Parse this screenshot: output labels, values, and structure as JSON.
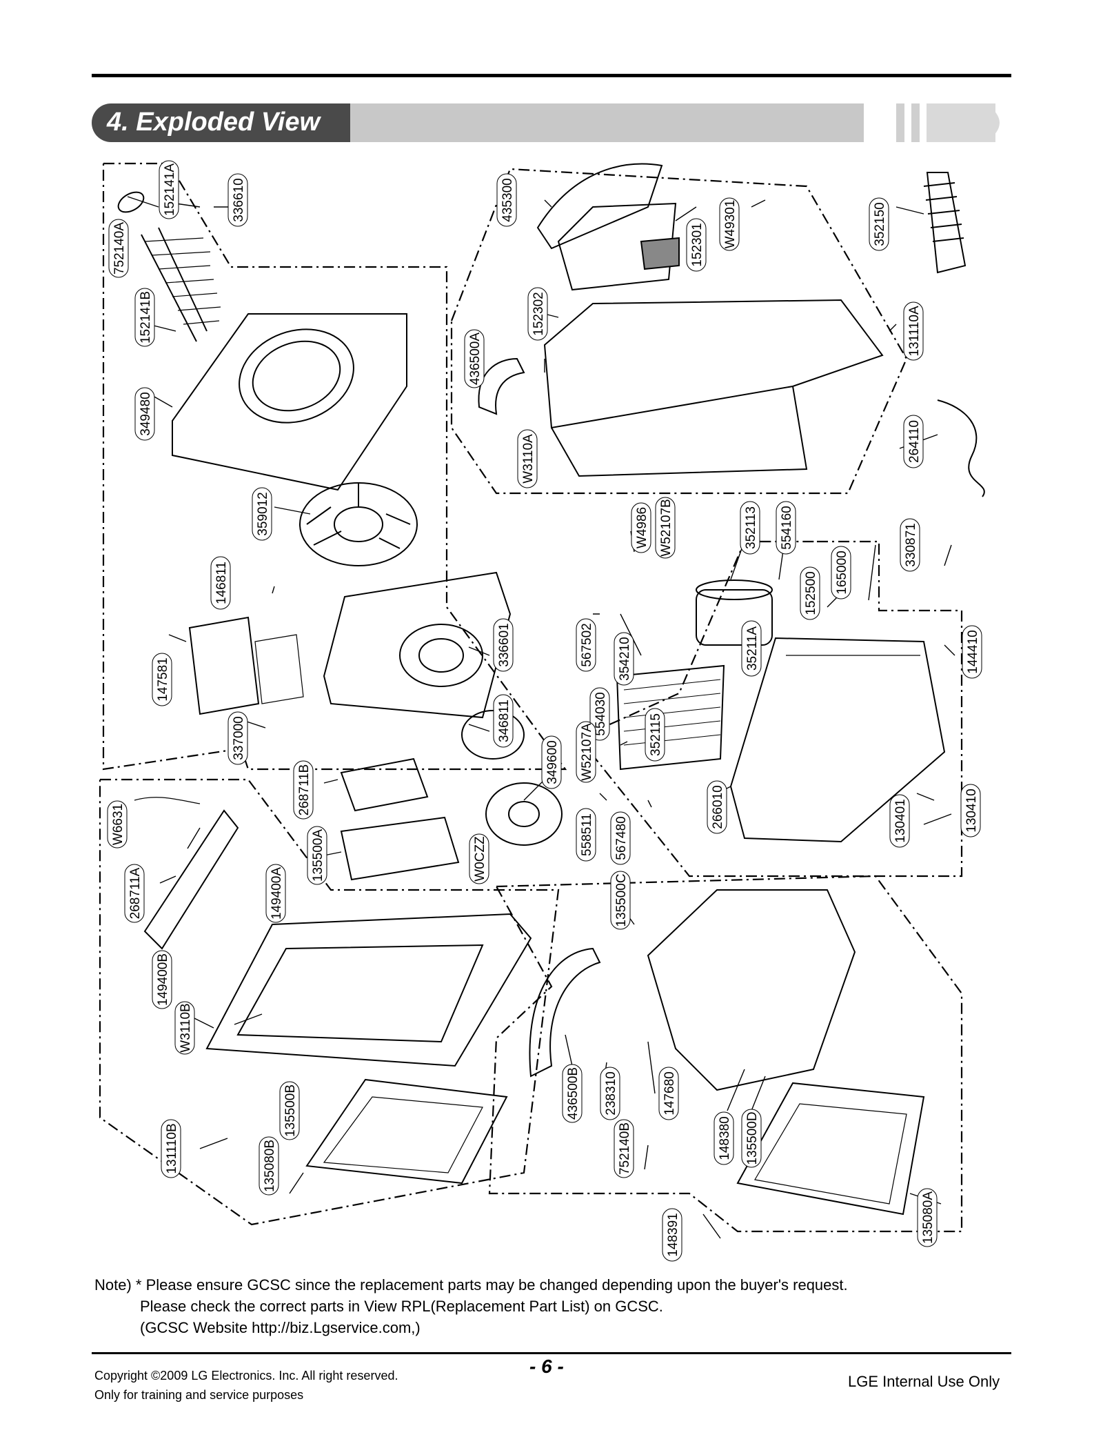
{
  "header": {
    "section_title": "4. Exploded View"
  },
  "parts": [
    {
      "label": "752140A"
    },
    {
      "label": "152141A"
    },
    {
      "label": "336610"
    },
    {
      "label": "152141B"
    },
    {
      "label": "349480"
    },
    {
      "label": "359012"
    },
    {
      "label": "146811"
    },
    {
      "label": "147581"
    },
    {
      "label": "337000"
    },
    {
      "label": "336601"
    },
    {
      "label": "346811"
    },
    {
      "label": "349600"
    },
    {
      "label": "268711B"
    },
    {
      "label": "135500A"
    },
    {
      "label": "W0CZZ"
    },
    {
      "label": "W6631"
    },
    {
      "label": "268711A"
    },
    {
      "label": "149400A"
    },
    {
      "label": "149400B"
    },
    {
      "label": "W3110B"
    },
    {
      "label": "131110B"
    },
    {
      "label": "135500B"
    },
    {
      "label": "135080B"
    },
    {
      "label": "435300"
    },
    {
      "label": "152302"
    },
    {
      "label": "152301"
    },
    {
      "label": "W49301"
    },
    {
      "label": "436500A"
    },
    {
      "label": "W3110A"
    },
    {
      "label": "352150"
    },
    {
      "label": "131110A"
    },
    {
      "label": "264110"
    },
    {
      "label": "W4986"
    },
    {
      "label": "W52107B"
    },
    {
      "label": "352113"
    },
    {
      "label": "554160"
    },
    {
      "label": "567502"
    },
    {
      "label": "354210"
    },
    {
      "label": "35211A"
    },
    {
      "label": "554030"
    },
    {
      "label": "352115"
    },
    {
      "label": "W52107A"
    },
    {
      "label": "558511"
    },
    {
      "label": "567480"
    },
    {
      "label": "330871"
    },
    {
      "label": "165000"
    },
    {
      "label": "152500"
    },
    {
      "label": "144410"
    },
    {
      "label": "266010"
    },
    {
      "label": "130401"
    },
    {
      "label": "130410"
    },
    {
      "label": "135500C"
    },
    {
      "label": "436500B"
    },
    {
      "label": "238310"
    },
    {
      "label": "147680"
    },
    {
      "label": "752140B"
    },
    {
      "label": "148380"
    },
    {
      "label": "135500D"
    },
    {
      "label": "148391"
    },
    {
      "label": "135080A"
    }
  ],
  "note": {
    "line1": "Note) * Please ensure GCSC since the replacement parts may be changed depending upon the buyer's request.",
    "line2": "Please check  the correct parts in View RPL(Replacement Part List) on GCSC.",
    "line3": "(GCSC Website  http://biz.Lgservice.com,)"
  },
  "footer": {
    "copyright": "Copyright ©2009 LG Electronics. Inc. All right reserved.",
    "training": "Only for training and service purposes",
    "page_number": "- 6 -",
    "internal": "LGE Internal Use Only"
  }
}
